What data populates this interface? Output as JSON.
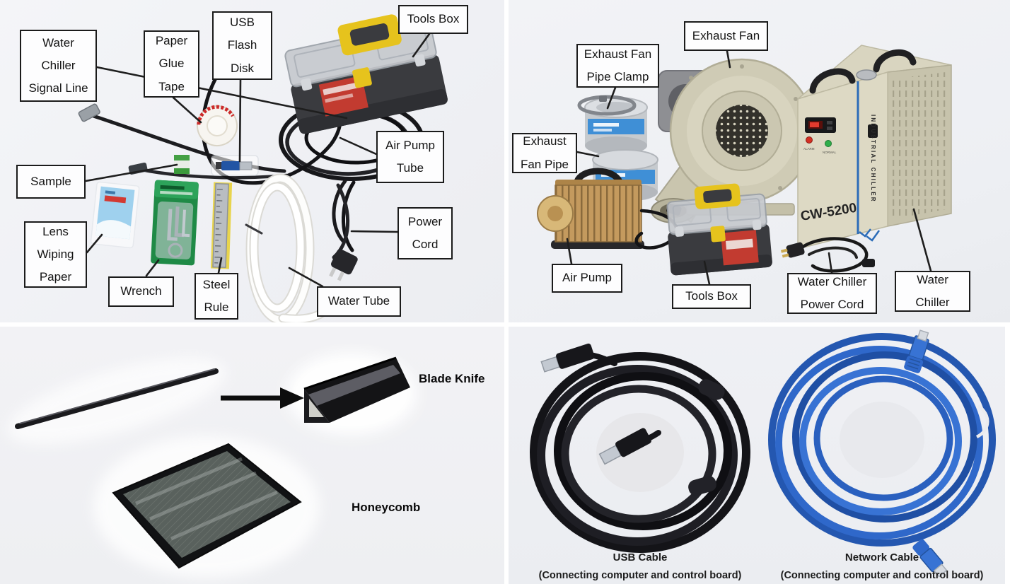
{
  "colors": {
    "callout_border": "#1b1b1b",
    "accent_yellow": "#e6c31d",
    "toolbox_red": "#c23b30",
    "chiller_beige": "#d9d5c0",
    "fan_beige": "#cfcbb5",
    "pump_gold": "#c49a5e",
    "network_cable_blue": "#2f68ca",
    "pipe_label_blue": "#3f8fd6",
    "alarm_red": "#d42f23",
    "normal_green": "#2fae4a"
  },
  "panels": {
    "kit_accessories": {
      "callouts": {
        "water_chiller_signal_line": "Water\nChiller\nSignal Line",
        "paper_glue_tape": "Paper\nGlue\nTape",
        "usb_flash_disk": "USB\nFlash\nDisk",
        "tools_box": "Tools Box",
        "air_pump_tube": "Air Pump\nTube",
        "sample": "Sample",
        "lens_wiping_paper": "Lens\nWiping\nPaper",
        "wrench": "Wrench",
        "steel_rule": "Steel\nRule",
        "water_tube": "Water Tube",
        "power_cord": "Power\nCord"
      }
    },
    "machine_accessories": {
      "callouts": {
        "exhaust_fan": "Exhaust Fan",
        "exhaust_fan_pipe_clamp": "Exhaust Fan\nPipe Clamp",
        "exhaust_fan_pipe": "Exhaust\nFan Pipe",
        "air_pump": "Air Pump",
        "tools_box": "Tools Box",
        "water_chiller_power_cord": "Water Chiller\nPower Cord",
        "water_chiller": "Water\nChiller"
      },
      "chiller": {
        "model": "CW-5200",
        "side_text": "INDUSTRIAL CHILLER",
        "alarm_label": "ALARM",
        "normal_label": "NORMAL"
      }
    },
    "blade_honeycomb": {
      "labels": {
        "blade_knife": "Blade Knife",
        "honeycomb": "Honeycomb"
      }
    },
    "cables": {
      "usb": {
        "title": "USB Cable",
        "subtitle": "(Connecting computer and control board)"
      },
      "network": {
        "title": "Network Cable",
        "subtitle": "(Connecting computer and control board)"
      }
    }
  }
}
